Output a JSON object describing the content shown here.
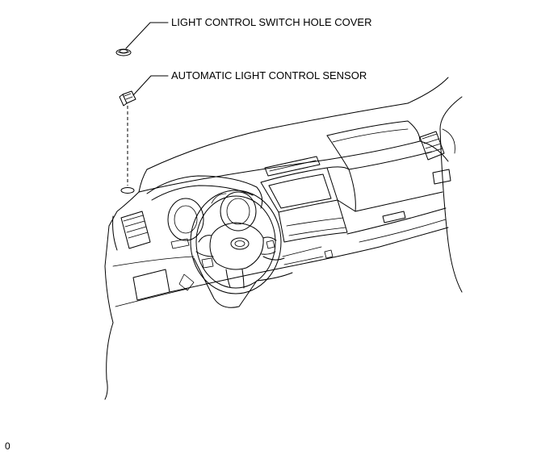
{
  "callouts": [
    {
      "id": "cover",
      "label": "LIGHT CONTROL SWITCH HOLE COVER"
    },
    {
      "id": "sensor",
      "label": "AUTOMATIC LIGHT CONTROL SENSOR"
    }
  ],
  "figure_code": "0"
}
